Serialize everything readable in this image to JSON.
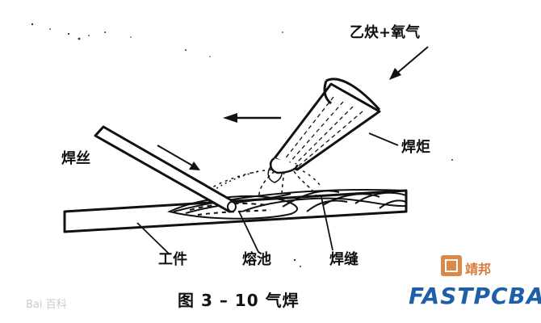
{
  "labels": {
    "gas_mix": "乙炔+氧气",
    "torch": "焊炬",
    "filler_wire": "焊丝",
    "workpiece": "工件",
    "molten_pool": "熔池",
    "weld_seam": "焊缝"
  },
  "caption": "图 3 – 10    气焊",
  "watermarks": {
    "baidu": "Bai 百科",
    "logo_cn": "靖邦",
    "logo_en": "FASTPCBA"
  },
  "colors": {
    "ink": "#111111",
    "logo_orange": "#d97a3a",
    "logo_blue": "#1f5faa"
  }
}
